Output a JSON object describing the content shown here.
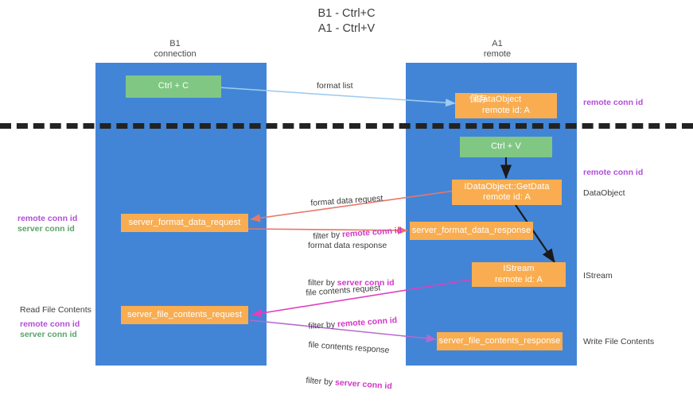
{
  "title": "B1 - Ctrl+C\nA1 - Ctrl+V",
  "lanes": [
    {
      "name": "lane-b1",
      "header": "B1\nconnection"
    },
    {
      "name": "lane-a1",
      "header": "A1\nremote"
    }
  ],
  "nodes": {
    "ctrl_c": {
      "label": "Ctrl + C",
      "color": "#81c784"
    },
    "save_idataobject": {
      "line1": "IDataObject",
      "line1_overlap": "保存",
      "line2": "remote id: A",
      "color": "#f9ad50"
    },
    "ctrl_v": {
      "label": "Ctrl + V",
      "color": "#81c784"
    },
    "getdata": {
      "line1": "IDataObject::GetData",
      "line2": "remote id: A",
      "color": "#f9ad50"
    },
    "server_format_data_request": {
      "label": "server_format_data_request",
      "color": "#f9ad50"
    },
    "server_format_data_response": {
      "label": "server_format_data_response",
      "color": "#f9ad50"
    },
    "istream": {
      "line1": "IStream",
      "line2": "remote id: A",
      "color": "#f9ad50"
    },
    "server_file_contents_request": {
      "label": "server_file_contents_request",
      "color": "#f9ad50"
    },
    "server_file_contents_response": {
      "label": "server_file_contents_response",
      "color": "#f9ad50"
    }
  },
  "edge_labels": {
    "format_list": "format list",
    "format_data_request": "format data request",
    "format_data_request_filter_prefix": "filter by ",
    "format_data_request_filter_key": "remote conn id",
    "format_data_response": "format data response",
    "format_data_response_filter_prefix": "filter by ",
    "format_data_response_filter_key": "server conn id",
    "file_contents_request": "file contents request",
    "file_contents_request_filter_prefix": "filter by ",
    "file_contents_request_filter_key": "remote conn id",
    "file_contents_response": "file contents response",
    "file_contents_response_filter_prefix": "filter by ",
    "file_contents_response_filter_key": "server conn id"
  },
  "annotations": {
    "right_remote_conn_id_top": "remote conn id",
    "right_remote_conn_id_mid": "remote conn id",
    "right_dataobject": "DataObject",
    "right_istream": "IStream",
    "right_write_file_contents": "Write File Contents",
    "left_remote_conn_id": "remote conn id",
    "left_server_conn_id": "server conn id",
    "left_read_file_contents": "Read File Contents",
    "left_remote_conn_id_2": "remote conn id",
    "left_server_conn_id_2": "server conn id"
  },
  "colors": {
    "lane": "#4285d6",
    "green_node": "#81c784",
    "orange_node": "#f9ad50",
    "purple_text": "#b14fd8",
    "magenta_text": "#d236c8",
    "green_text": "#5aa469",
    "arrow_blue": "#9ecbf0",
    "arrow_red": "#e8776b",
    "arrow_magenta": "#e23ec0",
    "arrow_purple": "#b46ad0",
    "arrow_black": "#1a1a1a",
    "divider": "#232323",
    "background": "#ffffff"
  }
}
